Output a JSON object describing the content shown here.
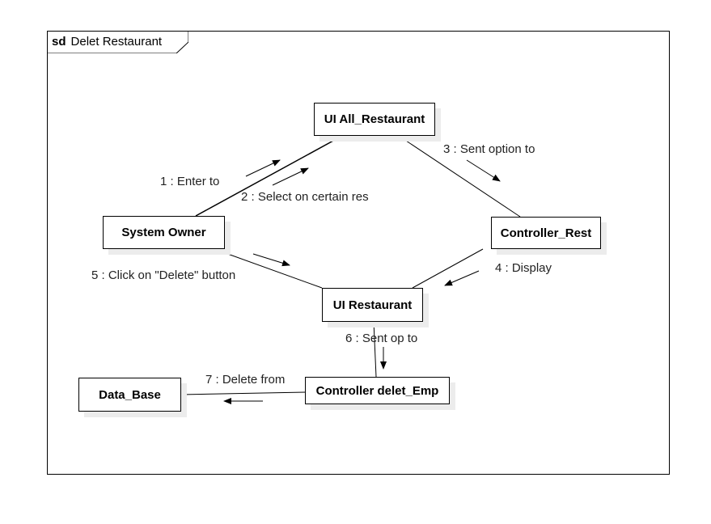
{
  "frame": {
    "keyword": "sd",
    "title": "Delet Restaurant"
  },
  "objects": {
    "ui_all_restaurant": "UI All_Restaurant",
    "system_owner": "System Owner",
    "controller_rest": "Controller_Rest",
    "ui_restaurant": "UI Restaurant",
    "data_base": "Data_Base",
    "controller_delet_emp": "Controller delet_Emp"
  },
  "messages": [
    {
      "label": "1 : Enter to"
    },
    {
      "label": "2 : Select on certain res"
    },
    {
      "label": "3 : Sent option to"
    },
    {
      "label": "4 : Display"
    },
    {
      "label": "5 : Click on \"Delete\" button"
    },
    {
      "label": "6 : Sent op to"
    },
    {
      "label": "7 : Delete from"
    }
  ]
}
